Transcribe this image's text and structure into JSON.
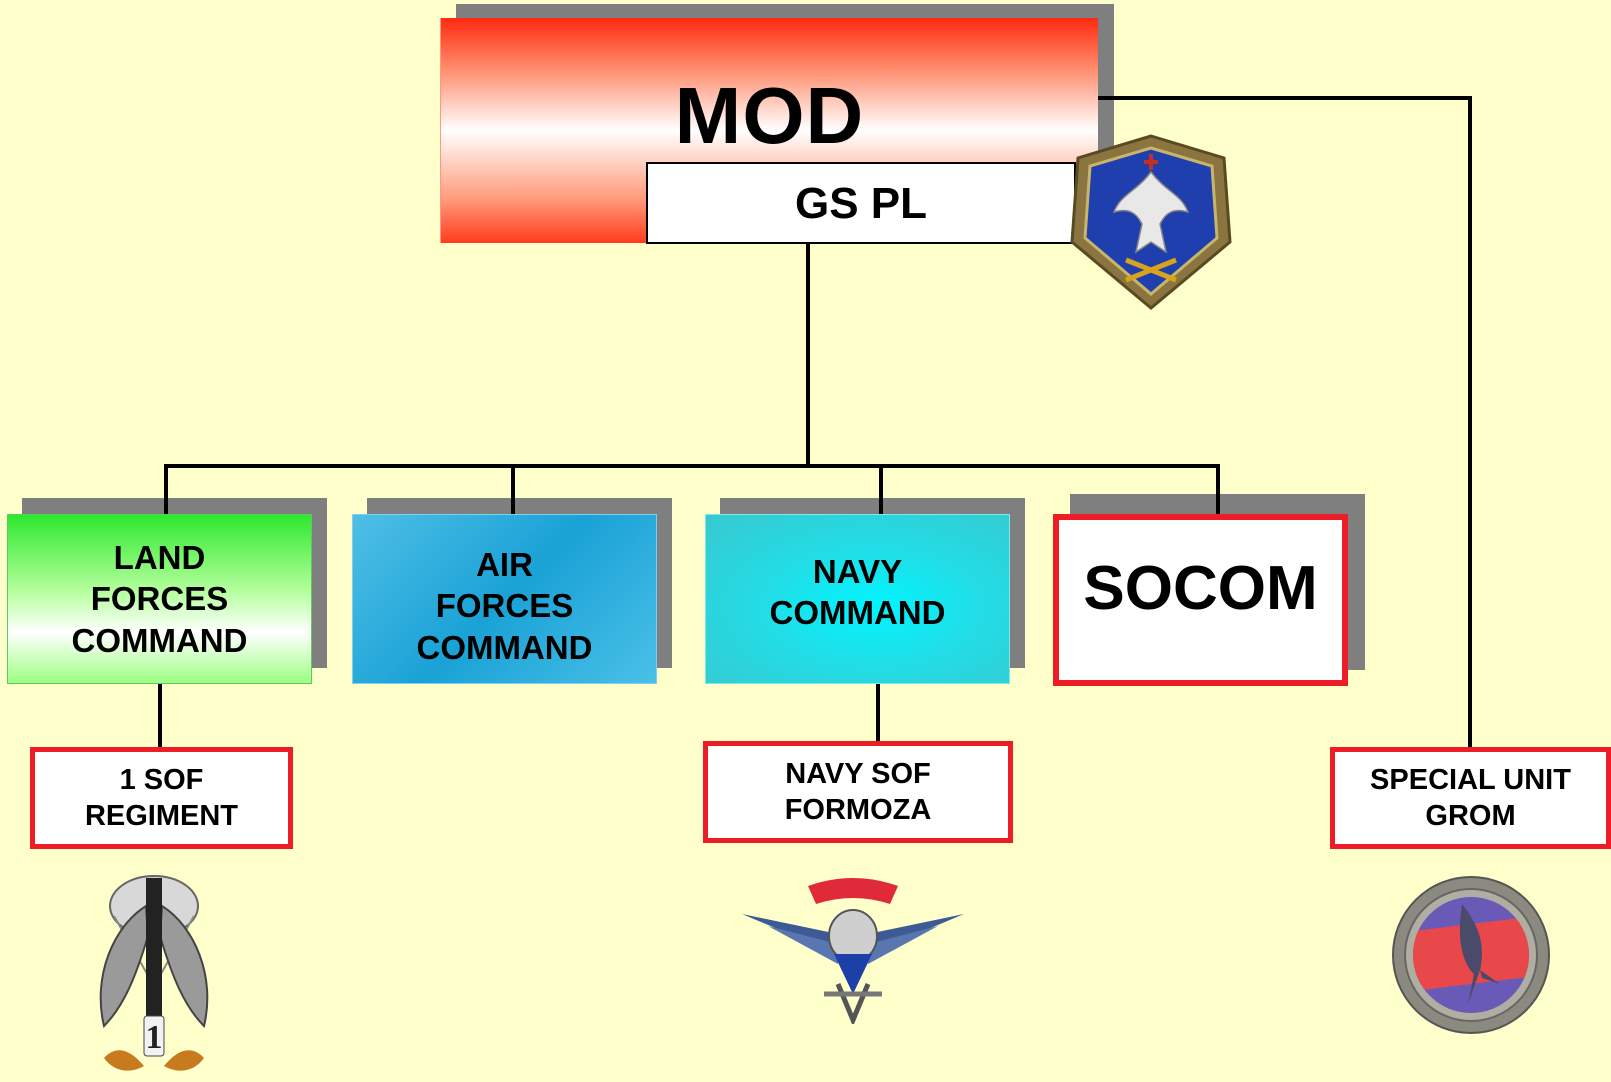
{
  "mod": {
    "title": "MOD",
    "sub": "GS PL"
  },
  "commands": [
    {
      "lines": [
        "LAND",
        "FORCES",
        "COMMAND"
      ]
    },
    {
      "lines": [
        "AIR",
        "FORCES",
        "COMMAND"
      ]
    },
    {
      "lines": [
        "NAVY",
        "COMMAND"
      ]
    },
    {
      "lines": [
        "SOCOM"
      ]
    }
  ],
  "units": [
    {
      "lines": [
        "1 SOF",
        "REGIMENT"
      ]
    },
    {
      "lines": [
        "NAVY SOF",
        "FORMOZA"
      ]
    },
    {
      "lines": [
        "SPECIAL UNIT",
        "GROM"
      ]
    }
  ],
  "colors": {
    "background": "#ffffcc",
    "accent_red": "#ee1c24",
    "land_green": "#2ee82e",
    "air_blue": "#1aa2d6",
    "navy_cyan": "#00f5ff",
    "shadow_gray": "#7f7f7f"
  }
}
